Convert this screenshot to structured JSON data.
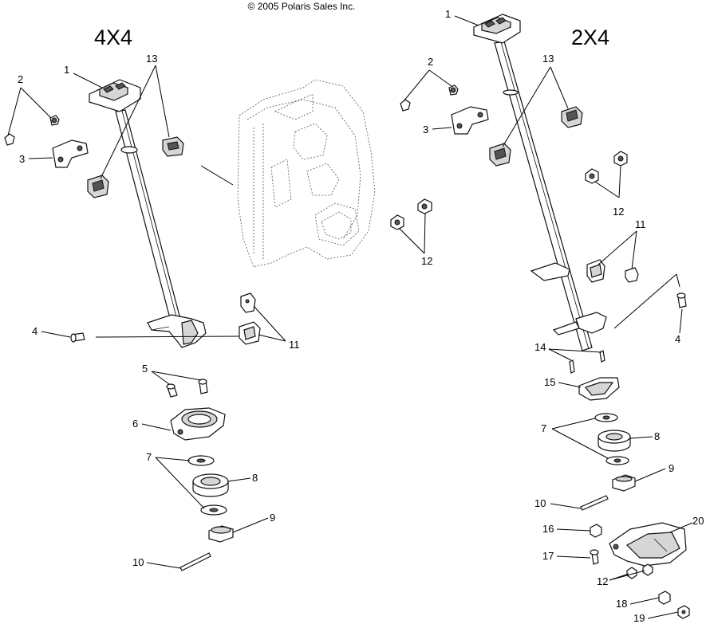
{
  "copyright": "© 2005 Polaris Sales Inc.",
  "headings": {
    "left": "4X4",
    "right": "2X4"
  },
  "callouts": {
    "left": {
      "c1": "1",
      "c2": "2",
      "c3": "3",
      "c4": "4",
      "c5": "5",
      "c6": "6",
      "c7": "7",
      "c8": "8",
      "c9": "9",
      "c10": "10",
      "c11": "11",
      "c12": "12",
      "c13": "13"
    },
    "right": {
      "c1": "1",
      "c2": "2",
      "c3": "3",
      "c4": "4",
      "c7": "7",
      "c8": "8",
      "c9": "9",
      "c10": "10",
      "c11": "11",
      "c12a": "12",
      "c12b": "12",
      "c13": "13",
      "c14": "14",
      "c15": "15",
      "c16": "16",
      "c17": "17",
      "c18": "18",
      "c19": "19",
      "c20": "20"
    }
  }
}
